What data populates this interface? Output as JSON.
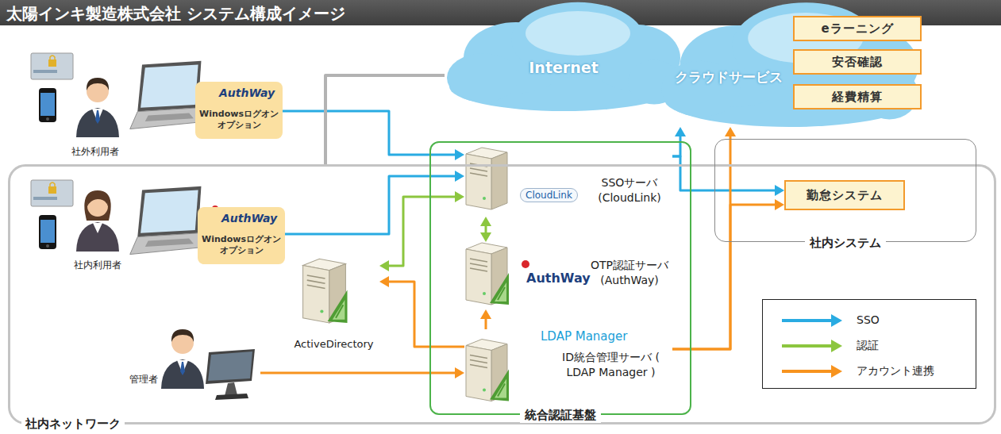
{
  "diagram": {
    "title": "太陽インキ製造株式会社 システム構成イメージ",
    "nodes": [
      {
        "text": [
          "Internet"
        ]
      },
      {
        "text": [
          "クラウドサービス"
        ]
      },
      {
        "text": [
          "eラーニング"
        ],
        "in": 1
      },
      {
        "text": [
          "安否確認"
        ],
        "in": 1
      },
      {
        "text": [
          "経費精算"
        ],
        "in": 1
      },
      {
        "text": [
          "社外利用者"
        ]
      },
      {
        "text": [
          "AuthWay",
          "Windowsログオン オプション"
        ]
      },
      {
        "text": [
          "社内ネットワーク"
        ]
      },
      {
        "text": [
          "社内利用者"
        ],
        "in": 7
      },
      {
        "text": [
          "AuthWay",
          "Windowsログオン オプション"
        ],
        "in": 7
      },
      {
        "text": [
          "管理者"
        ],
        "in": 7
      },
      {
        "text": [
          "ActiveDirectory"
        ],
        "in": 7
      },
      {
        "text": [
          "統合認証基盤"
        ],
        "in": 7
      },
      {
        "text": [
          "CloudLink",
          "SSOサーバ (CloudLink)"
        ],
        "in": 12
      },
      {
        "text": [
          "AuthWay",
          "OTP認証サーバ (AuthWay)"
        ],
        "in": 12
      },
      {
        "text": [
          "LDAP Manager",
          "ID統合管理サーバ ( LDAP Manager )"
        ],
        "in": 12
      },
      {
        "text": [
          "社内システム"
        ]
      },
      {
        "text": [
          "勤怠システム"
        ],
        "in": 16
      }
    ],
    "edges": [
      {
        "from": 6,
        "to": 13,
        "arrow": "to"
      },
      {
        "from": 9,
        "to": 13,
        "arrow": "to"
      },
      {
        "from": 13,
        "to": 17,
        "arrow": "to"
      },
      {
        "from": 13,
        "to": 1,
        "arrow": "to"
      },
      {
        "from": 13,
        "to": 14,
        "arrow": "both"
      },
      {
        "from": 11,
        "to": 13,
        "arrow": "both"
      },
      {
        "from": 10,
        "to": 15,
        "arrow": "to"
      },
      {
        "from": 15,
        "to": 11,
        "arrow": "to"
      },
      {
        "from": 15,
        "to": 14,
        "arrow": "to"
      },
      {
        "from": 15,
        "to": 1,
        "arrow": "to"
      },
      {
        "from": 15,
        "to": 17,
        "arrow": "to"
      },
      {
        "from": 0,
        "to": 7,
        "arrow": "none"
      }
    ],
    "legend": [
      {
        "text": "SSO",
        "color": "#29abe2"
      },
      {
        "text": "認証",
        "color": "#8cc63f"
      },
      {
        "text": "アカウント連携",
        "color": "#f7931e"
      }
    ]
  }
}
